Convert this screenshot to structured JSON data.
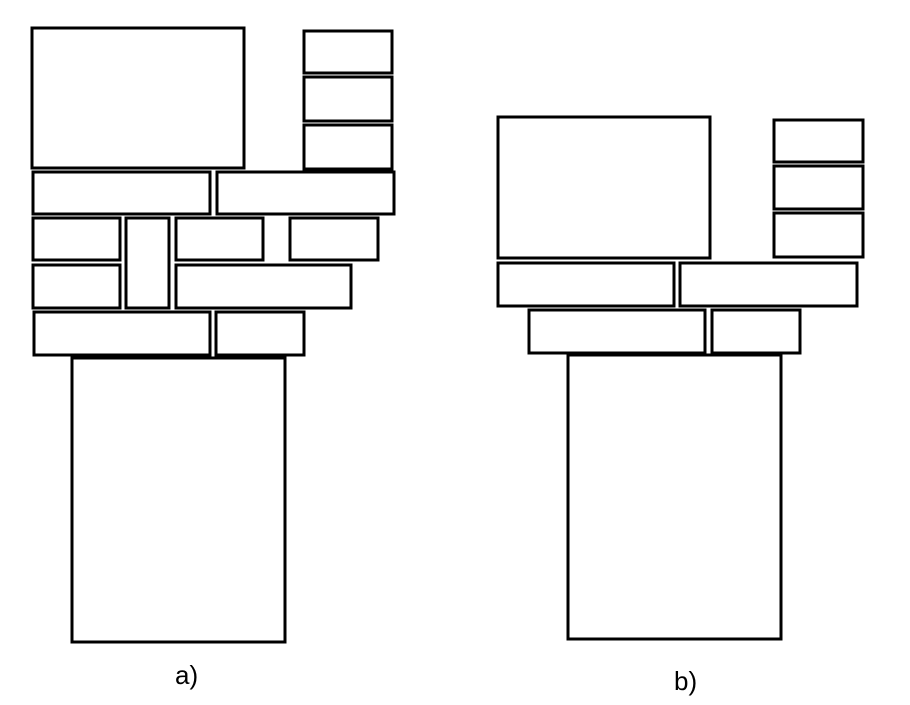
{
  "style": {
    "stroke_color": "#000000",
    "fill_color": "#ffffff",
    "background": "#ffffff"
  },
  "panels": [
    {
      "id": "a",
      "label": "a)"
    },
    {
      "id": "b",
      "label": "b)"
    }
  ]
}
